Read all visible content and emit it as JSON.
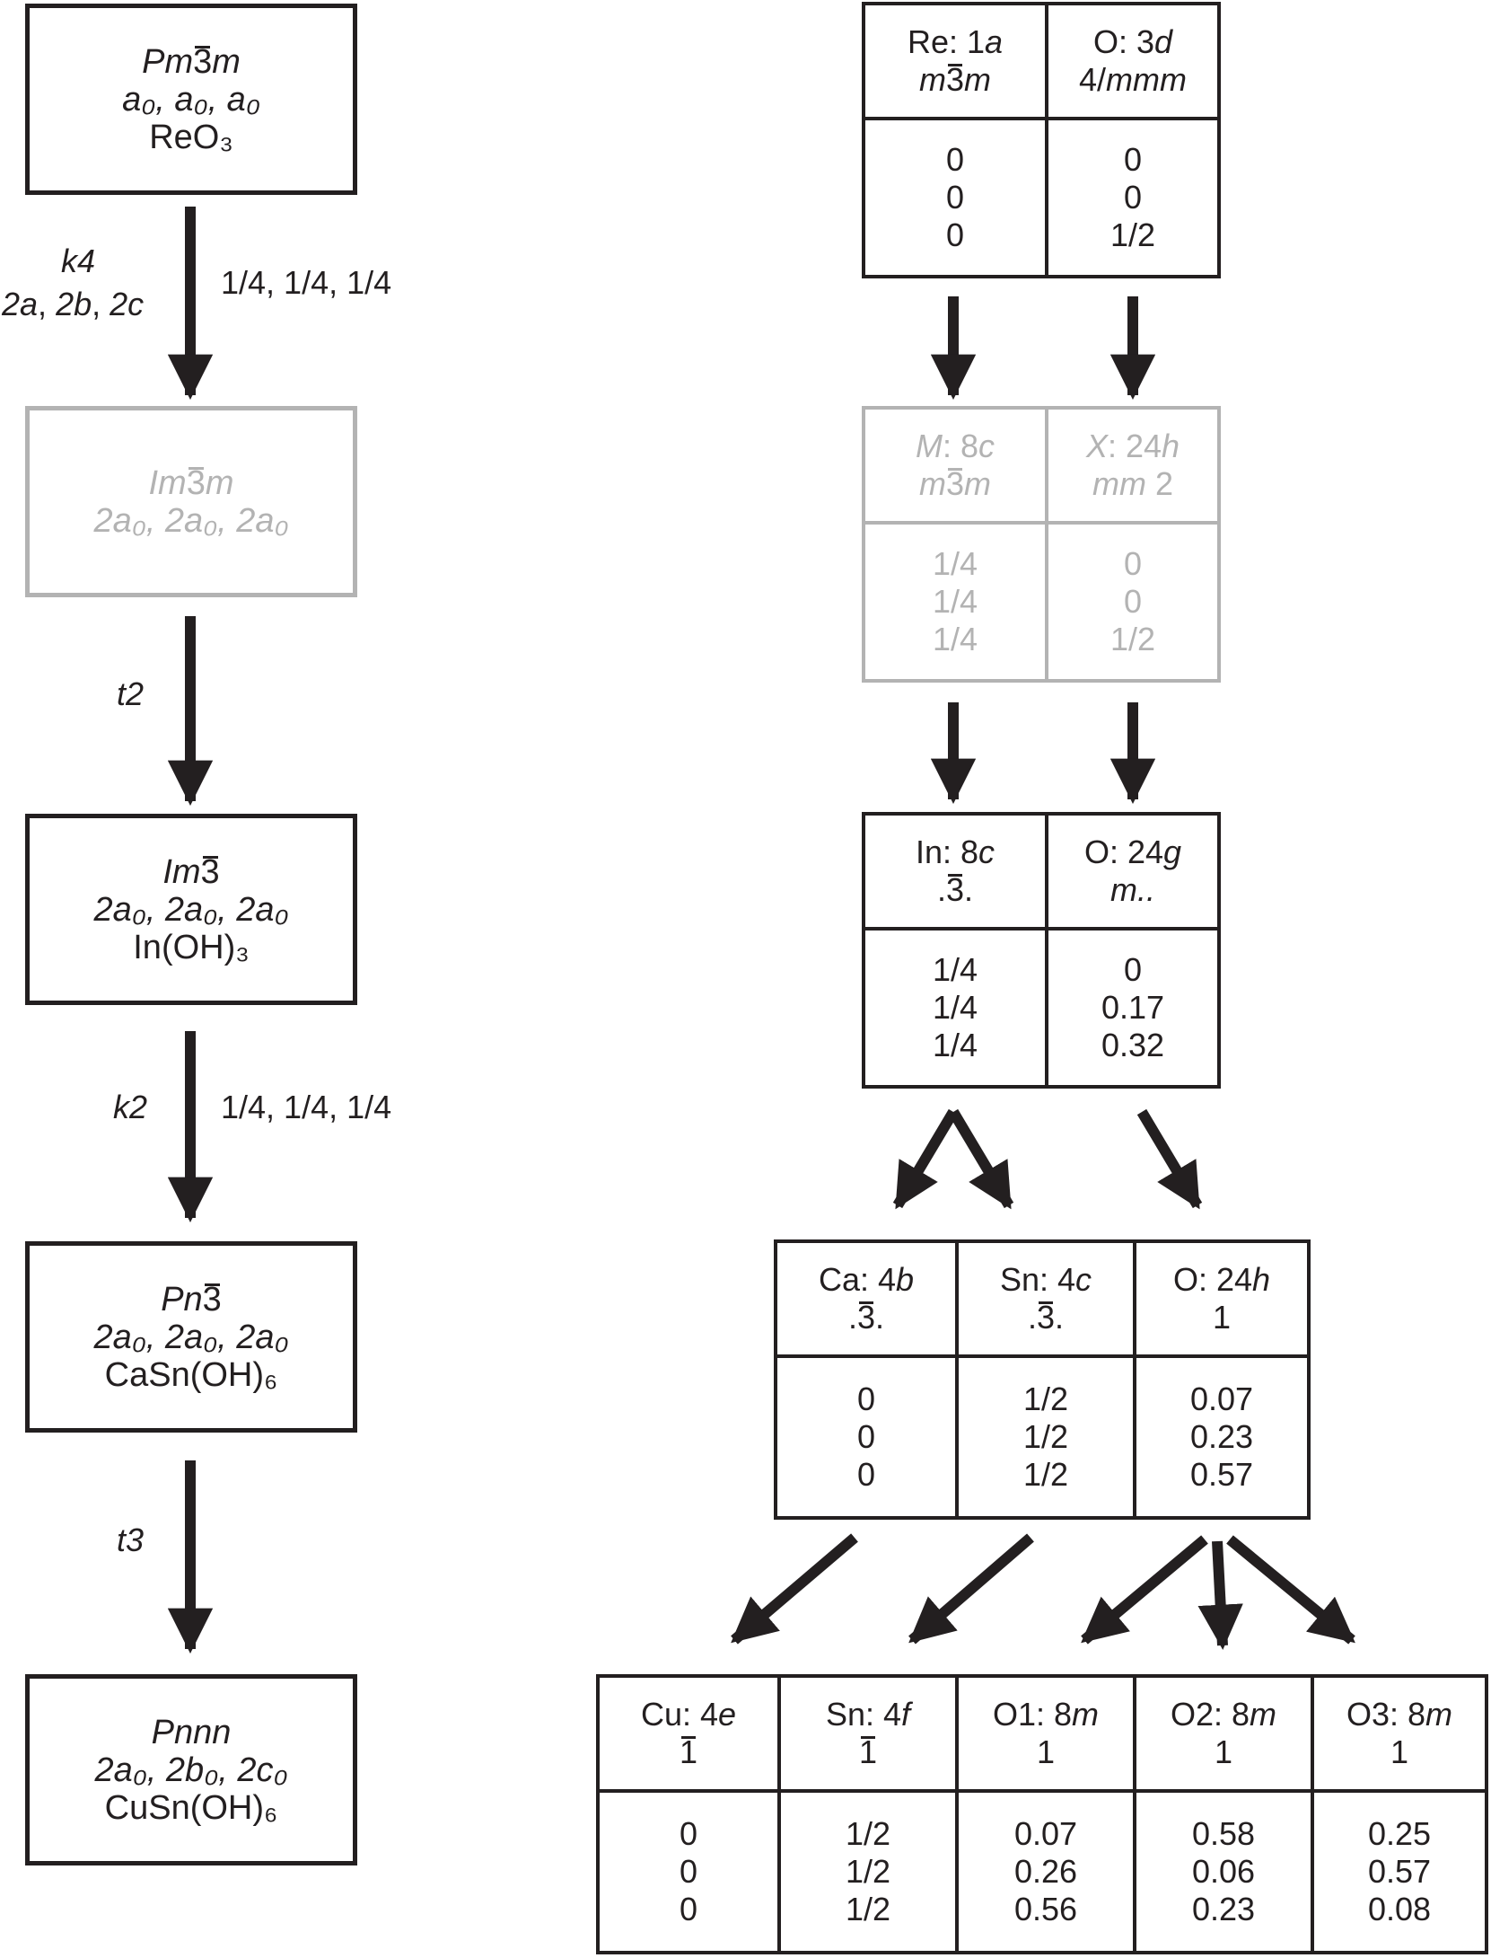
{
  "colors": {
    "ink": "#231f20",
    "faded": "#b3b3b3",
    "background": "#ffffff"
  },
  "space_groups": [
    {
      "id": "pm3m",
      "symbol_parts": [
        "Pm",
        "3",
        "m"
      ],
      "cell": "a₀, a₀, a₀",
      "compound": "ReO₃",
      "faded": false
    },
    {
      "id": "im3m",
      "symbol_parts": [
        "Im",
        "3",
        "m"
      ],
      "cell": "2a₀, 2a₀, 2a₀",
      "compound": "",
      "faded": true
    },
    {
      "id": "im3",
      "symbol_parts": [
        "Im",
        "3",
        ""
      ],
      "cell": "2a₀, 2a₀, 2a₀",
      "compound": "In(OH)₃",
      "faded": false
    },
    {
      "id": "pn3",
      "symbol_parts": [
        "Pn",
        "3",
        ""
      ],
      "cell": "2a₀, 2a₀, 2a₀",
      "compound": "CaSn(OH)₆",
      "faded": false
    },
    {
      "id": "pnnn",
      "symbol_parts": [
        "Pnnn",
        "",
        ""
      ],
      "cell": "2a₀, 2b₀, 2c₀",
      "compound": "CuSn(OH)₆",
      "faded": false
    }
  ],
  "transitions": [
    {
      "type": "k4",
      "basis": "2a, 2b, 2c",
      "origin": "1/4, 1/4, 1/4"
    },
    {
      "type": "t2",
      "basis": "",
      "origin": ""
    },
    {
      "type": "k2",
      "basis": "",
      "origin": "1/4, 1/4, 1/4"
    },
    {
      "type": "t3",
      "basis": "",
      "origin": ""
    }
  ],
  "wyckoff_tables": [
    {
      "id": "reo3",
      "faded": false,
      "sites": [
        {
          "atom": "Re",
          "wyckoff": "1a",
          "symmetry": "m3m",
          "x": "0",
          "y": "0",
          "z": "0"
        },
        {
          "atom": "O",
          "wyckoff": "3d",
          "symmetry": "4/mmm",
          "x": "0",
          "y": "0",
          "z": "1/2"
        }
      ]
    },
    {
      "id": "im3m",
      "faded": true,
      "sites": [
        {
          "atom": "M",
          "wyckoff": "8c",
          "symmetry": "m3m",
          "x": "1/4",
          "y": "1/4",
          "z": "1/4"
        },
        {
          "atom": "X",
          "wyckoff": "24h",
          "symmetry": "mm 2",
          "x": "0",
          "y": "0",
          "z": "1/2"
        }
      ]
    },
    {
      "id": "inoh3",
      "faded": false,
      "sites": [
        {
          "atom": "In",
          "wyckoff": "8c",
          "symmetry": ".3.",
          "x": "1/4",
          "y": "1/4",
          "z": "1/4"
        },
        {
          "atom": "O",
          "wyckoff": "24g",
          "symmetry": "m..",
          "x": "0",
          "y": "0.17",
          "z": "0.32"
        }
      ]
    },
    {
      "id": "casnoh6",
      "faded": false,
      "sites": [
        {
          "atom": "Ca",
          "wyckoff": "4b",
          "symmetry": ".3.",
          "x": "0",
          "y": "0",
          "z": "0"
        },
        {
          "atom": "Sn",
          "wyckoff": "4c",
          "symmetry": ".3.",
          "x": "1/2",
          "y": "1/2",
          "z": "1/2"
        },
        {
          "atom": "O",
          "wyckoff": "24h",
          "symmetry": "1",
          "x": "0.07",
          "y": "0.23",
          "z": "0.57"
        }
      ]
    },
    {
      "id": "cusnoh6",
      "faded": false,
      "sites": [
        {
          "atom": "Cu",
          "wyckoff": "4e",
          "symmetry": "1",
          "x": "0",
          "y": "0",
          "z": "0"
        },
        {
          "atom": "Sn",
          "wyckoff": "4f",
          "symmetry": "1",
          "x": "1/2",
          "y": "1/2",
          "z": "1/2"
        },
        {
          "atom": "O1",
          "wyckoff": "8m",
          "symmetry": "1",
          "x": "0.07",
          "y": "0.26",
          "z": "0.56"
        },
        {
          "atom": "O2",
          "wyckoff": "8m",
          "symmetry": "1",
          "x": "0.58",
          "y": "0.06",
          "z": "0.23"
        },
        {
          "atom": "O3",
          "wyckoff": "8m",
          "symmetry": "1",
          "x": "0.25",
          "y": "0.57",
          "z": "0.08"
        }
      ]
    }
  ]
}
